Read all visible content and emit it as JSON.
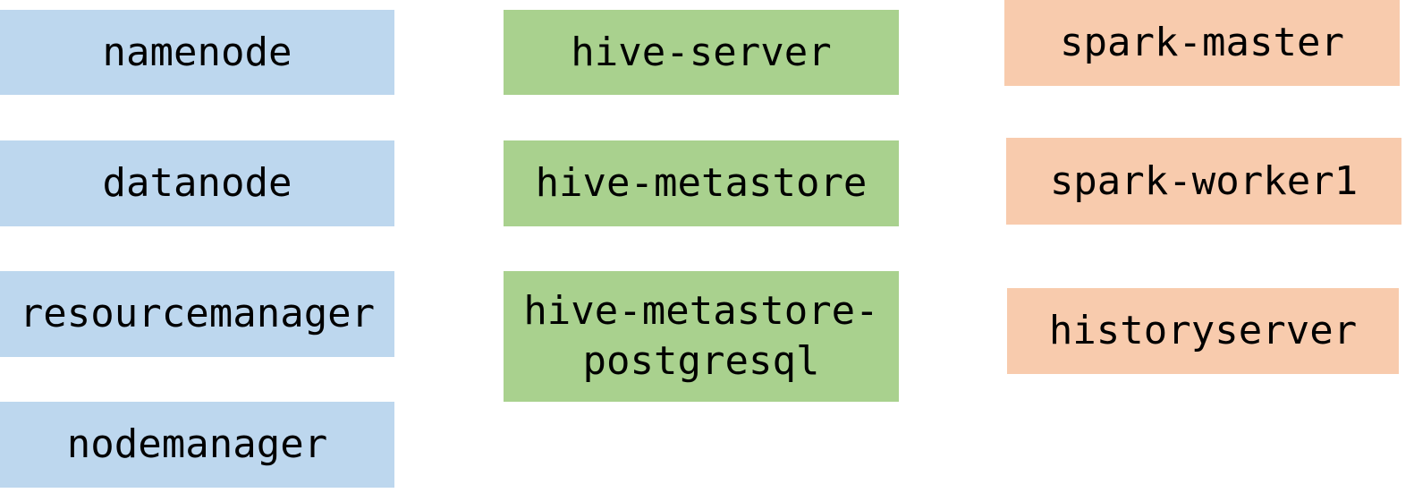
{
  "colors": {
    "hadoop": "#bdd7ee",
    "hive": "#a9d18e",
    "spark": "#f8cbad"
  },
  "hadoop_nodes": [
    {
      "label": "namenode"
    },
    {
      "label": "datanode"
    },
    {
      "label": "resourcemanager"
    },
    {
      "label": "nodemanager"
    }
  ],
  "hive_nodes": [
    {
      "label": "hive-server"
    },
    {
      "label": "hive-metastore"
    },
    {
      "label": "hive-metastore-\npostgresql"
    }
  ],
  "spark_nodes": [
    {
      "label": "spark-master"
    },
    {
      "label": "spark-worker1"
    },
    {
      "label": "historyserver"
    }
  ]
}
